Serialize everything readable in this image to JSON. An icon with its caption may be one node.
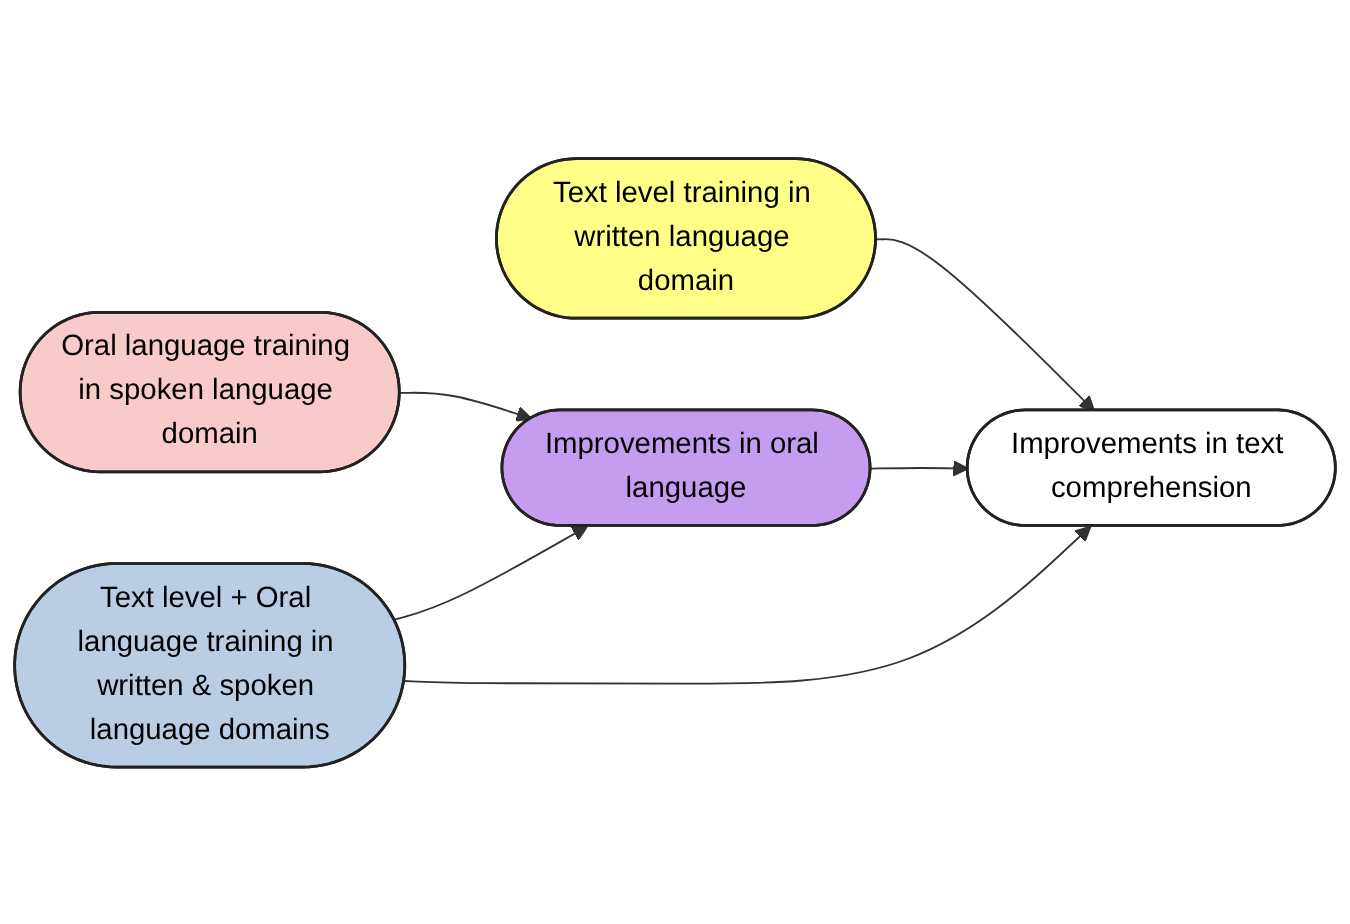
{
  "diagram": {
    "nodes": [
      {
        "text": [
          "Text level training in written language domain"
        ]
      },
      {
        "text": [
          "Oral language training in spoken language domain"
        ]
      },
      {
        "text": [
          "Improvements in oral language"
        ]
      },
      {
        "text": [
          "Improvements in text comprehension"
        ]
      },
      {
        "text": [
          "Text level + Oral language training in written & spoken language domains"
        ]
      }
    ],
    "edges": [
      {
        "from": 0,
        "to": 3,
        "arrow": "to"
      },
      {
        "from": 1,
        "to": 2,
        "arrow": "to"
      },
      {
        "from": 2,
        "to": 3,
        "arrow": "to"
      },
      {
        "from": 4,
        "to": 2,
        "arrow": "to"
      },
      {
        "from": 4,
        "to": 3,
        "arrow": "to"
      }
    ]
  }
}
